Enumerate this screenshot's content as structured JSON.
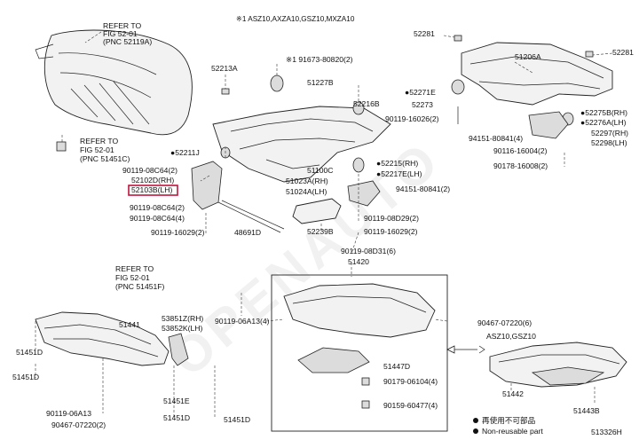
{
  "diagram": {
    "header_note": "※1 ASZ10,AXZA10,GSZ10,MXZA10",
    "watermark": "OPENAUTO",
    "footer_code": "513326H",
    "legend": {
      "item1": "再使用不可部品",
      "item2": "Non-reusable part"
    },
    "refer": {
      "r1": [
        "REFER TO",
        "FIG 52-01",
        "(PNC 52119A)"
      ],
      "r2": [
        "REFER TO",
        "FIG 52-01",
        "(PNC 51451C)"
      ],
      "r3": [
        "REFER TO",
        "FIG 52-01",
        "(PNC 51451F)"
      ]
    },
    "sub_view_label": "ASZ10,GSZ10",
    "highlighted_part": "52103B(LH)",
    "labels": {
      "l52213A": "52213A",
      "l91673": "※1 91673-80820(2)",
      "l51227B": "51227B",
      "l52216B": "52216B",
      "l52211J": "●52211J",
      "l90119_08C64_2a": "90119-08C64(2)",
      "l52102D": "52102D(RH)",
      "l52103B": "52103B(LH)",
      "l90119_08C64_2b": "90119-08C64(2)",
      "l90119_08C64_4": "90119-08C64(4)",
      "l90119_16029_2a": "90119-16029(2)",
      "l48691D": "48691D",
      "l52239B": "52239B",
      "l51100C": "51100C",
      "l51023A": "51023A(RH)",
      "l51024A": "51024A(LH)",
      "l52215": "●52215(RH)",
      "l52217E": "●52217E(LH)",
      "l94151_2": "94151-80841(2)",
      "l90119_08D29": "90119-08D29(2)",
      "l90119_16029_2b": "90119-16029(2)",
      "l90119_08D31": "90119-08D31(6)",
      "l51420": "51420",
      "l52281a": "52281",
      "l52281b": "52281",
      "l51206A": "51206A",
      "l52271E": "●52271E",
      "l52273": "52273",
      "l90119_16026": "90119-16026(2)",
      "l52275B": "●52275B(RH)",
      "l52276A": "●52276A(LH)",
      "l52297": "52297(RH)",
      "l52298": "52298(LH)",
      "l94151_4": "94151-80841(4)",
      "l90116_16004": "90116-16004(2)",
      "l90178_16008": "90178-16008(2)",
      "l51441": "51441",
      "l51451D_a": "51451D",
      "l51451D_b": "51451D",
      "l53851Z": "53851Z(RH)",
      "l53852K": "53852K(LH)",
      "l90119_06A13_4": "90119-06A13(4)",
      "l90467_07220_6": "90467-07220(6)",
      "l51451E": "51451E",
      "l51451D_c": "51451D",
      "l51451D_d": "51451D",
      "l90119_06A13_b": "90119-06A13",
      "l90467_07220_2": "90467-07220(2)",
      "l51447D": "51447D",
      "l90179_06104": "90179-06104(4)",
      "l90159_60477": "90159-60477(4)",
      "l51442": "51442",
      "l51443B": "51443B"
    }
  }
}
